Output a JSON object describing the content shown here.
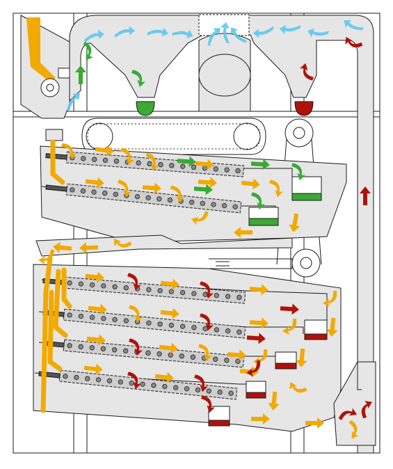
{
  "diagram": {
    "kind": "grain cleaning / sorting machine flow schematic",
    "colors": {
      "product_flow": "#f2a900",
      "light_fraction": "#3aaa35",
      "heavy_fraction": "#b0120a",
      "air_flow": "#5cc6ee",
      "machine_fill": "#e6e6e6",
      "machine_stroke": "#1a1a1a",
      "sieve_fill": "#cfcfcf",
      "roller_fill": "#8a8a8a"
    },
    "upper_sieve_deck": {
      "sieves": 2,
      "collector_bins": [
        "green",
        "green"
      ]
    },
    "lower_sieve_deck": {
      "sieves": 4,
      "collector_bins": [
        "red",
        "red",
        "red",
        "red"
      ]
    },
    "cyclone_hoppers": [
      {
        "name": "left-hopper",
        "fraction": "green"
      },
      {
        "name": "right-hopper",
        "fraction": "red"
      }
    ],
    "icons": [
      "fan-icon",
      "pulley-icon",
      "flow-arrow-icon",
      "air-arrow-icon"
    ]
  }
}
